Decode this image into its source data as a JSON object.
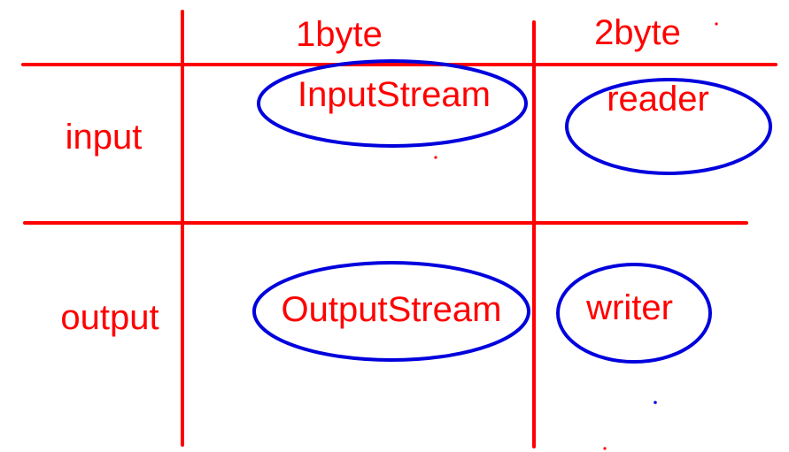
{
  "colors": {
    "grid": "#ff0000",
    "text": "#ff0000",
    "ellipse": "#0000dd",
    "background": "#ffffff"
  },
  "header": {
    "col_1byte": "1byte",
    "col_2byte": "2byte"
  },
  "rows": {
    "input": "input",
    "output": "output"
  },
  "cells": {
    "input_1byte": "InputStream",
    "input_2byte": "reader",
    "output_1byte": "OutputStream",
    "output_2byte": "writer"
  }
}
